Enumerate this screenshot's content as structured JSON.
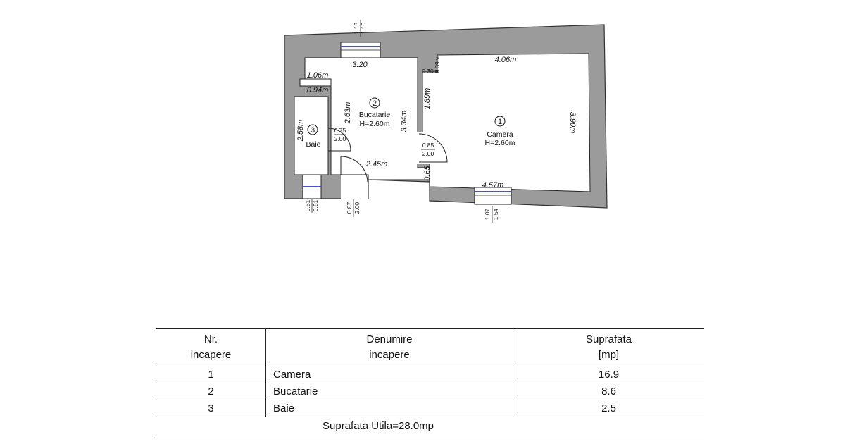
{
  "plan": {
    "rooms": [
      {
        "num": "1",
        "name": "Camera",
        "height": "H=2.60m"
      },
      {
        "num": "2",
        "name": "Bucatarie",
        "height": "H=2.60m"
      },
      {
        "num": "3",
        "name": "Baie",
        "height": ""
      }
    ],
    "dims": {
      "w_top_kitchen": "3.20",
      "w_top_camera": "4.06m",
      "w_step_106": "1.06m",
      "w_bath_094": "0.94m",
      "w_bath_h": "2.58m",
      "w_kit_h": "2.63m",
      "w_kit_h2": "3.34m",
      "w_cam_h_left": "1.89m",
      "w_cam_h_right": "3.90m",
      "w_bottom_kitchen": "2.45m",
      "w_bottom_camera": "4.57m",
      "w_wall_065": "0.65",
      "w_corner_030": "0.30m",
      "w_corner_039": "0.39m"
    },
    "doors": {
      "bath": {
        "w": "0.75",
        "h": "2.00"
      },
      "camera": {
        "w": "0.85",
        "h": "2.00"
      }
    },
    "openings": {
      "top_window": {
        "a": "1.13",
        "b": "1.10"
      },
      "bath_window": {
        "a": "0.51",
        "b": "0.51"
      },
      "entrance": {
        "a": "0.87",
        "b": "2.00"
      },
      "camera_window": {
        "a": "1.07",
        "b": "1.54"
      }
    }
  },
  "table": {
    "headers": {
      "nr_1": "Nr.",
      "nr_2": "incapere",
      "name_1": "Denumire",
      "name_2": "incapere",
      "area_1": "Suprafata",
      "area_2": "[mp]"
    },
    "rows": [
      {
        "nr": "1",
        "name": "Camera",
        "area": "16.9"
      },
      {
        "nr": "2",
        "name": "Bucatarie",
        "area": "8.6"
      },
      {
        "nr": "3",
        "name": "Baie",
        "area": "2.5"
      }
    ],
    "total": "Suprafata Utila=28.0mp"
  },
  "colors": {
    "wall": "#9b9b9b",
    "window": "#4b4fd0",
    "line": "#222222"
  }
}
